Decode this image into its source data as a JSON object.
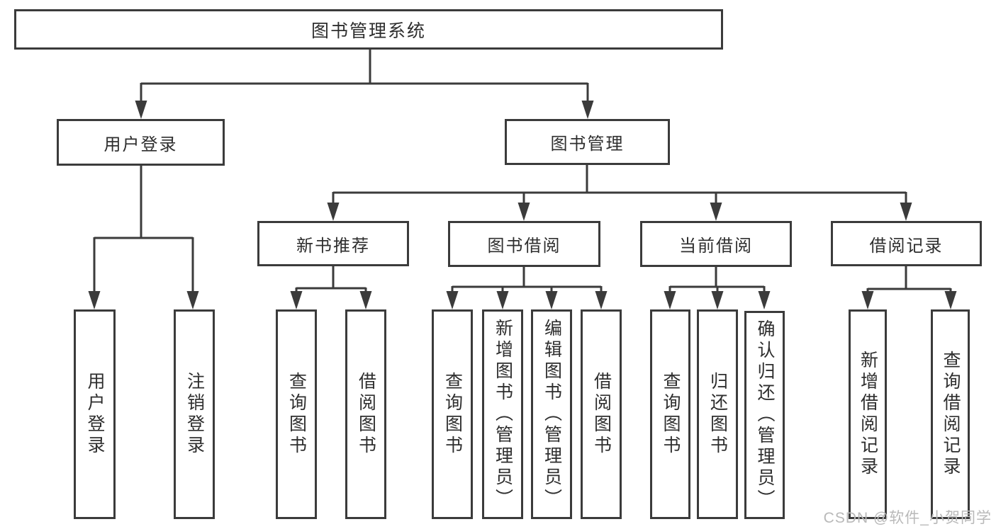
{
  "colors": {
    "line": "#3b3b3b",
    "text": "#2e2e2e",
    "background": "#ffffff",
    "watermark_text": "#b9b9b9"
  },
  "nodes": {
    "root": "图书管理系统",
    "user_login": "用户登录",
    "book_mgmt": "图书管理",
    "new_book": "新书推荐",
    "book_borrow": "图书借阅",
    "current_borrow": "当前借阅",
    "borrow_record": "借阅记录"
  },
  "leaves": {
    "user_login": [
      "用户登录",
      "注销登录"
    ],
    "new_book": [
      "查询图书",
      "借阅图书"
    ],
    "book_borrow": [
      "查询图书",
      "新增图书（管理员）",
      "编辑图书（管理员）",
      "借阅图书"
    ],
    "current_borrow": [
      "查询图书",
      "归还图书",
      "确认归还（管理员）"
    ],
    "borrow_record": [
      "新增借阅记录",
      "查询借阅记录"
    ]
  },
  "watermark": "CSDN @软件_小贺同学"
}
